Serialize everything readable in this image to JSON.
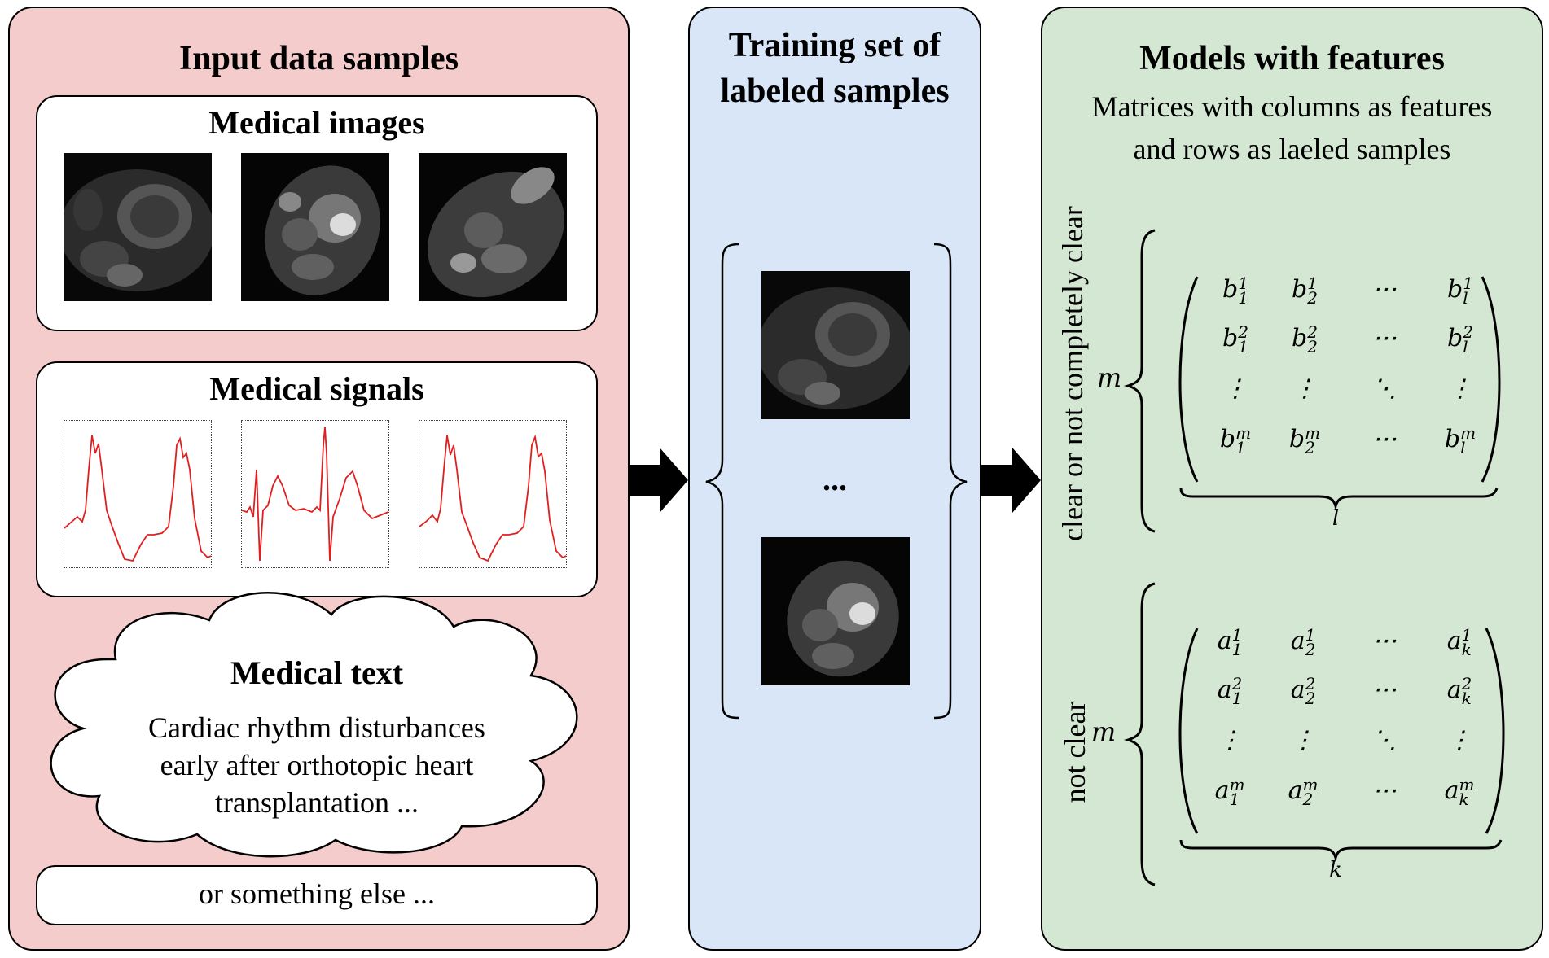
{
  "input_panel": {
    "title": "Input data samples",
    "images_card": {
      "title": "Medical images"
    },
    "signals_card": {
      "title": "Medical signals"
    },
    "text_cloud": {
      "title": "Medical text",
      "lines": [
        "Cardiac rhythm disturbances",
        "early after orthotopic heart",
        "transplantation ..."
      ]
    },
    "other_card": {
      "label": "or something else ..."
    }
  },
  "training_panel": {
    "title_line1": "Training set of",
    "title_line2": "labeled samples",
    "ellipsis": "..."
  },
  "models_panel": {
    "title": "Models with features",
    "subtitle_line1": "Matrices with columns as features",
    "subtitle_line2": "and rows as laeled samples",
    "group_clear": {
      "label": "clear or not completely clear",
      "rows_var": "m",
      "cols_var": "l",
      "letter": "b",
      "last_index": "l"
    },
    "group_not_clear": {
      "label": "not clear",
      "rows_var": "m",
      "cols_var": "k",
      "letter": "a",
      "last_index": "k"
    }
  },
  "colors": {
    "input_bg": "#f5cccc",
    "training_bg": "#d8e6f7",
    "models_bg": "#d4e7d2",
    "signal_line": "#e02020"
  }
}
